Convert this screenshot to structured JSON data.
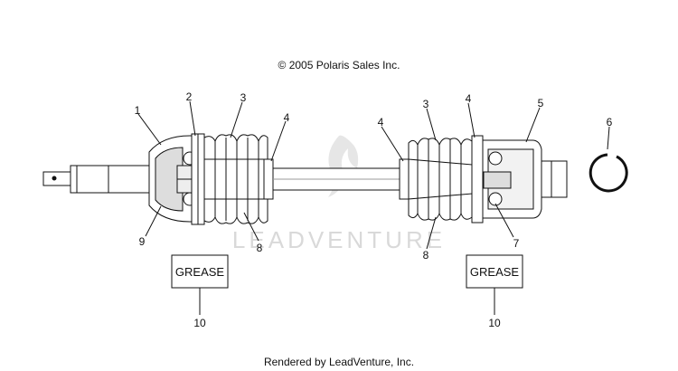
{
  "copyright": "© 2005 Polaris Sales Inc.",
  "footer": "Rendered by LeadVenture, Inc.",
  "watermark": "LEADVENTURE",
  "callouts": {
    "n1": "1",
    "n2_left": "2",
    "n3_left": "3",
    "n4_left": "4",
    "n4_mid": "4",
    "n3_right": "3",
    "n4_right": "4",
    "n5": "5",
    "n6": "6",
    "n9": "9",
    "n8_left": "8",
    "n8_right": "8",
    "n7": "7",
    "n10_left": "10",
    "n10_right": "10"
  },
  "grease_left": "GREASE",
  "grease_right": "GREASE"
}
